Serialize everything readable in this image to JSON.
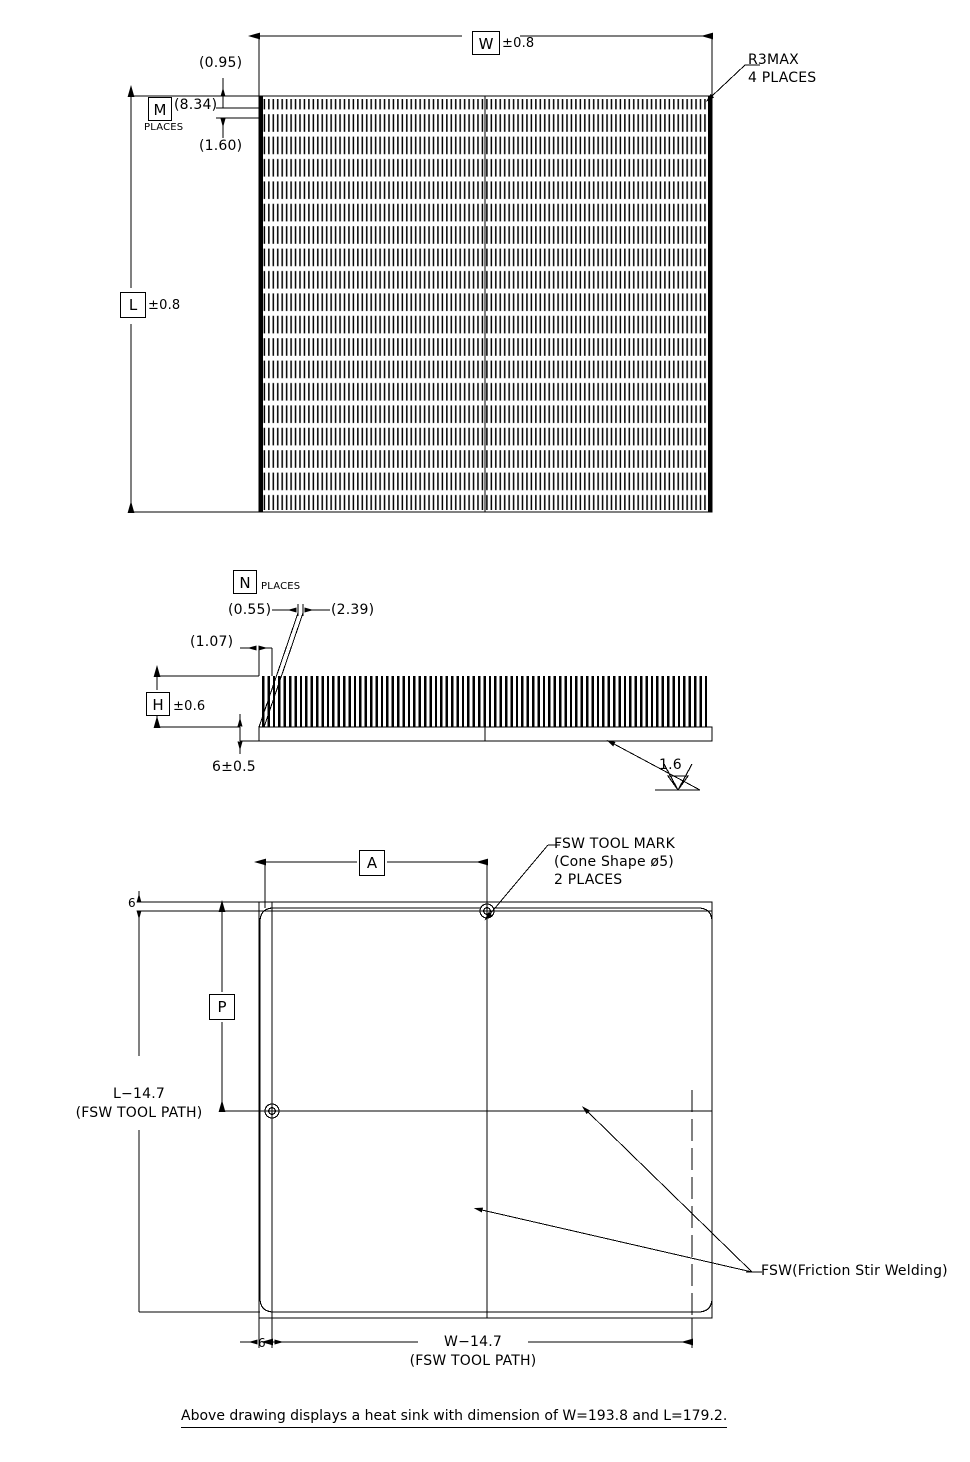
{
  "drawing": {
    "title": "Heat sink engineering drawing",
    "line_color": "#000000",
    "background": "#ffffff"
  },
  "top_view": {
    "name": "top-view-plan",
    "width_dim": {
      "symbol": "W",
      "tolerance": "±0.8"
    },
    "length_dim": {
      "symbol": "L",
      "tolerance": "±0.8"
    },
    "corner_note_line1": "R3MAX",
    "corner_note_line2": "4 PLACES",
    "fin_offset_top": "(0.95)",
    "fin_pitch": "(8.34)",
    "fin_row_height": "(1.60)",
    "places_symbol": "M",
    "places_label": "PLACES"
  },
  "side_view": {
    "name": "side-elevation-view",
    "places_symbol": "N",
    "places_label": "PLACES",
    "fin_thickness": "(0.55)",
    "fin_gap": "(2.39)",
    "edge_offset": "(1.07)",
    "height_symbol": "H",
    "height_tolerance": "±0.6",
    "base_thickness": "6±0.5",
    "surface_finish": "1.6"
  },
  "bottom_view": {
    "name": "bottom-fsw-view",
    "dim_a_symbol": "A",
    "dim_p_symbol": "P",
    "tool_mark_line1": "FSW TOOL MARK",
    "tool_mark_line2": "(Cone Shape ø5)",
    "tool_mark_line3": "2 PLACES",
    "edge_offset_top": "6",
    "edge_offset_bottom": "6",
    "vertical_path_line1": "L−14.7",
    "vertical_path_line2": "(FSW TOOL PATH)",
    "horizontal_path_line1": "W−14.7",
    "horizontal_path_line2": "(FSW TOOL PATH)",
    "fsw_label": "FSW(Friction Stir Welding)"
  },
  "caption": {
    "text": "Above drawing displays a heat sink with dimension of W=193.8 and L=179.2."
  }
}
